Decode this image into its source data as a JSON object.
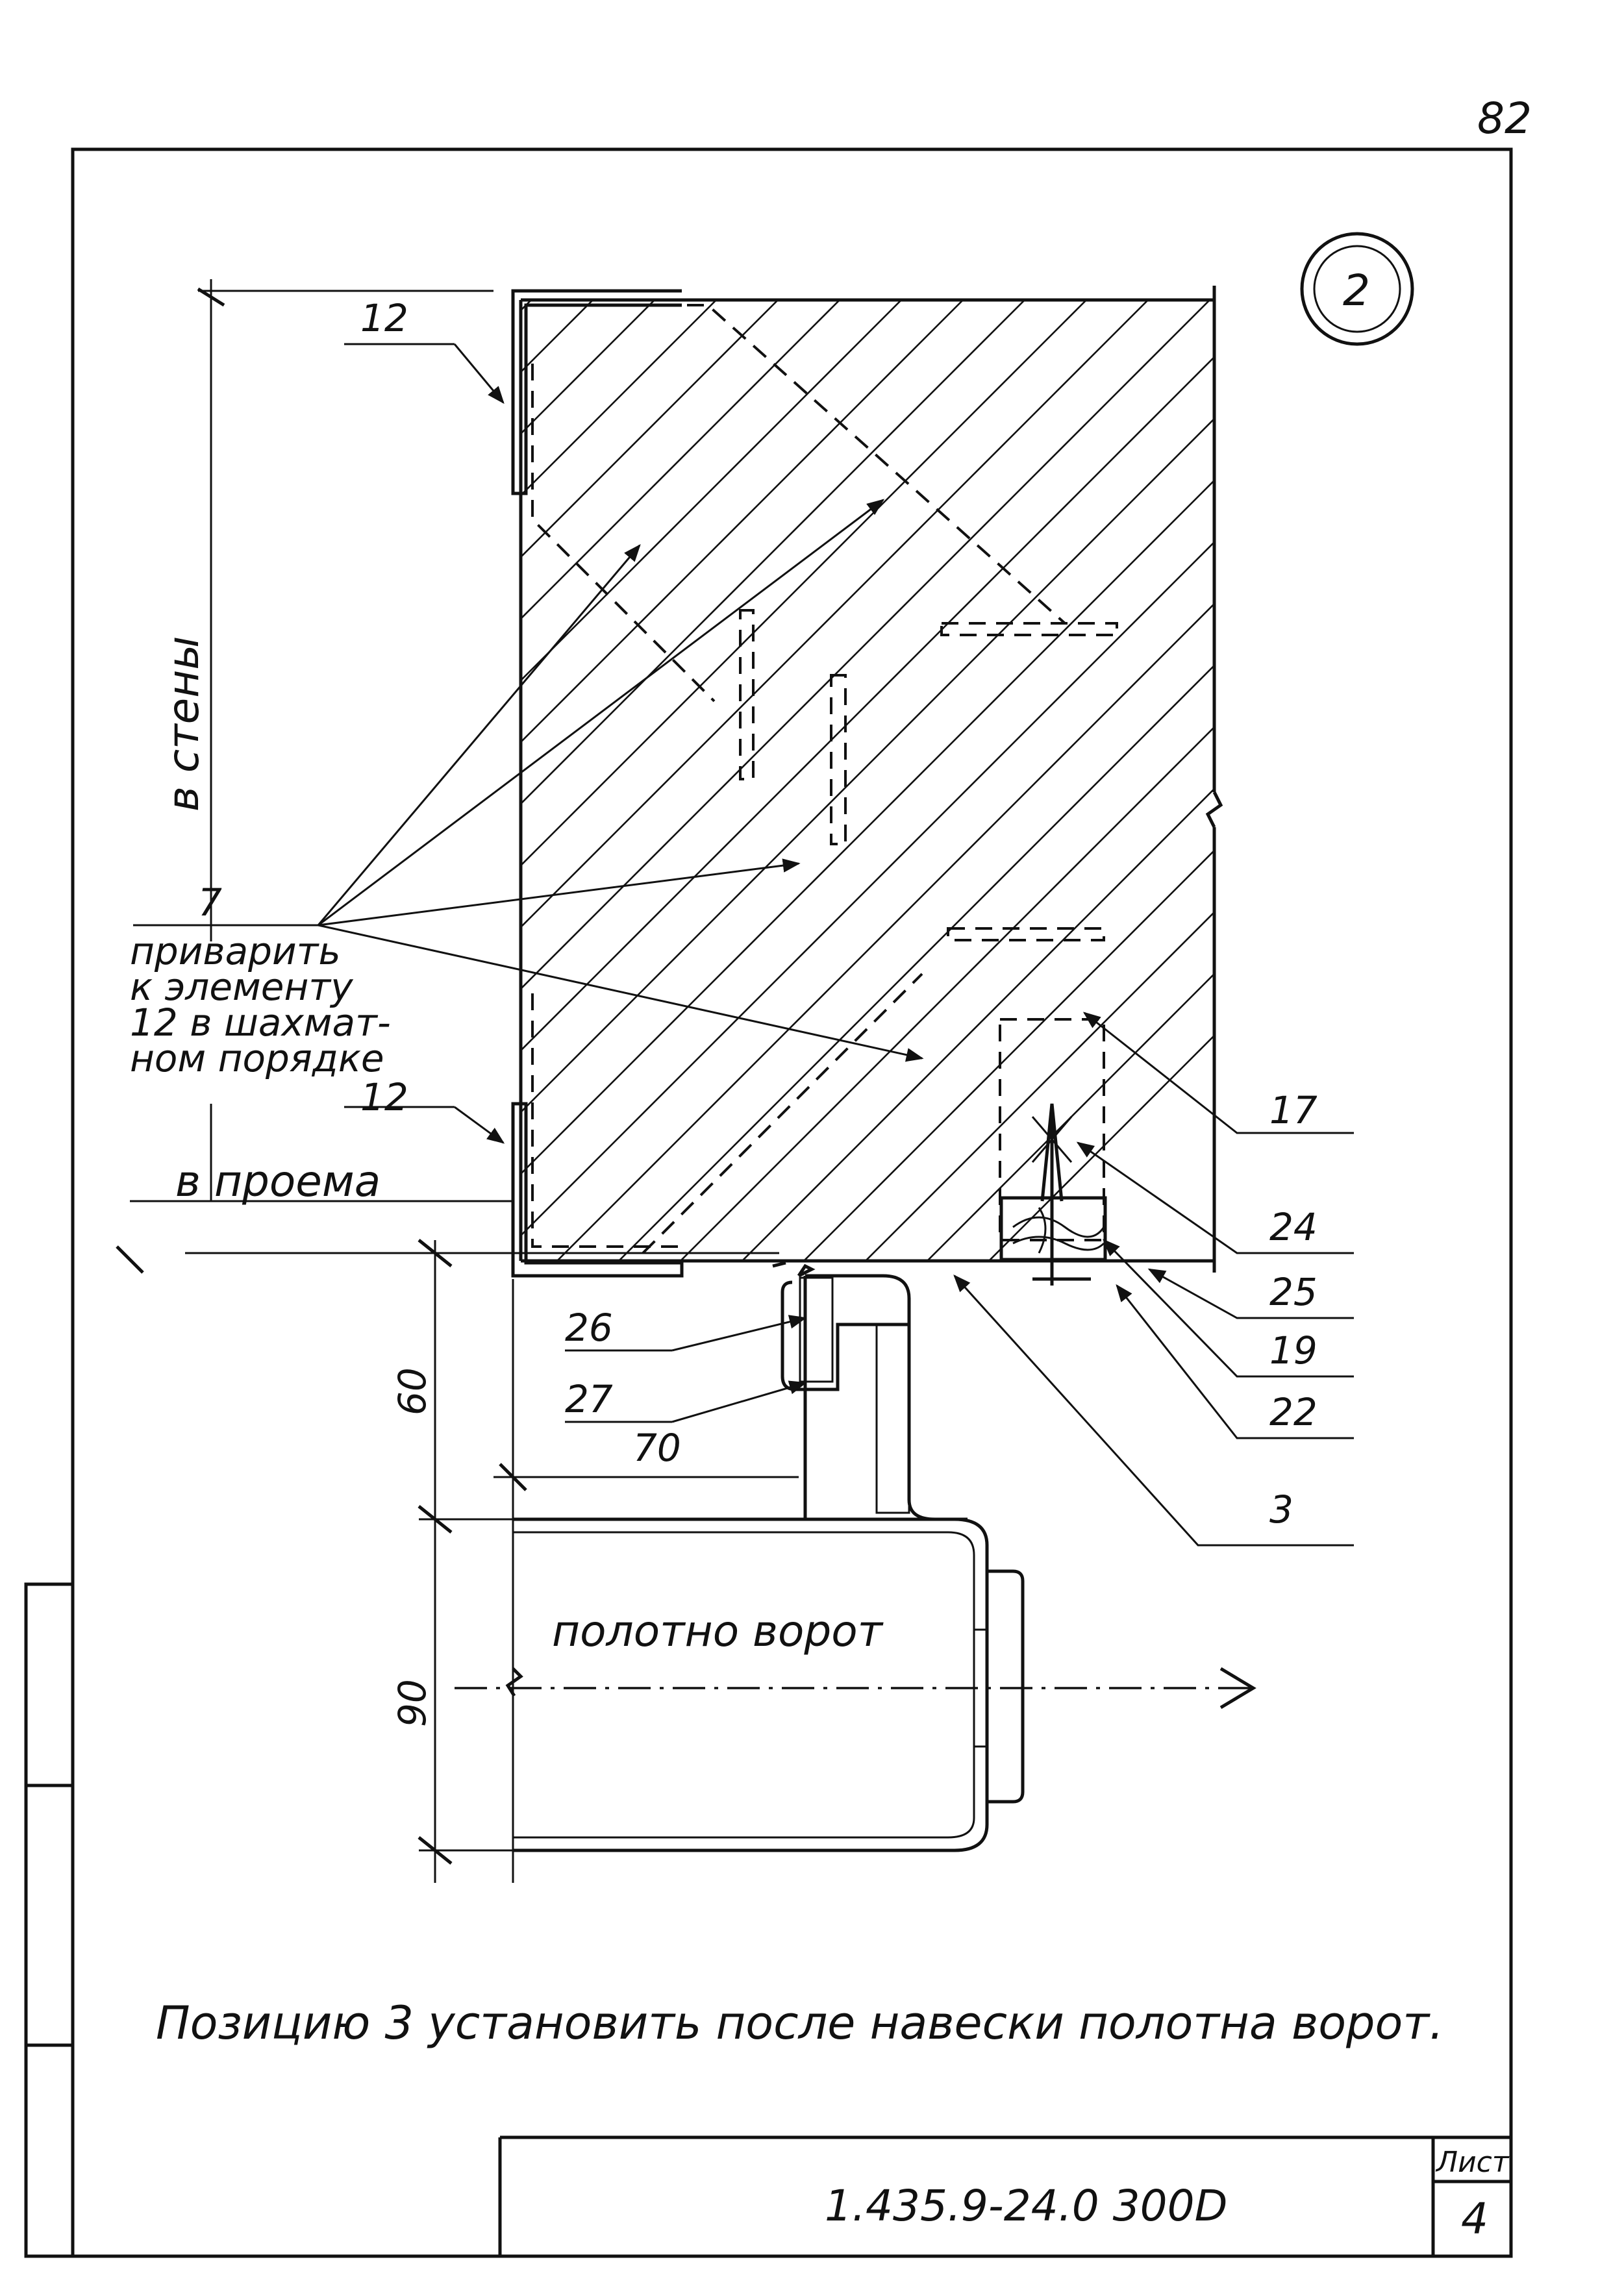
{
  "sheet_corner_number": "82",
  "detail_marker": "2",
  "dimensions": {
    "wall_side": "в стены",
    "opening_side": "в проема",
    "dim_60": "60",
    "dim_70": "70",
    "dim_90": "90"
  },
  "note_position_7": {
    "number": "7",
    "line1": "приварить",
    "line2": "к элементу",
    "line3": "12 в шахмат-",
    "line4": "ном порядке"
  },
  "callouts": [
    "12",
    "12",
    "17",
    "24",
    "25",
    "19",
    "22",
    "3",
    "26",
    "27"
  ],
  "door_leaf_label": "полотно ворот",
  "bottom_note": "Позицию 3 установить после навески полотна ворот.",
  "title_block": {
    "code": "1.435.9-24.0 300D",
    "sheet_label": "Лист",
    "sheet_number": "4"
  }
}
